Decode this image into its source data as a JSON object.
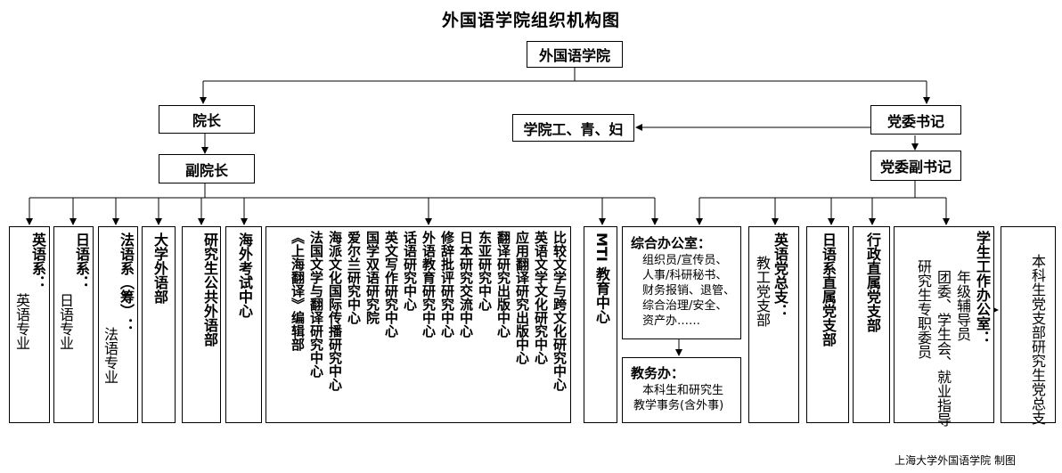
{
  "title": "外国语学院组织机构图",
  "root": "外国语学院",
  "dean": "院长",
  "vice_dean": "副院长",
  "party_secretary": "党委书记",
  "vice_party_secretary": "党委副书记",
  "union": "学院工、青、妇",
  "departments": {
    "english": {
      "name": "英语系：",
      "sub": "英语专业"
    },
    "japanese": {
      "name": "日语系：",
      "sub": "日语专业"
    },
    "french": {
      "name": "法语系（筹）：",
      "sub": "法语专业"
    },
    "college_english": "大学外语部",
    "grad_english": "研究生公共外语部",
    "overseas_exam": "海外考试中心"
  },
  "research_centers": [
    "比较文学与跨文化研究中心",
    "英语文学文化研究中心",
    "应用翻译研究出版中心",
    "翻译研究出版中心",
    "东亚研究中心",
    "日本研究交流中心",
    "修辞批评研究中心",
    "外语教育研究中心",
    "话语研究中心",
    "英文写作研究中心",
    "国学双语研究院",
    "爱尔兰研究中心",
    "海派文化国际传播研究中心",
    "法国文学与翻译研究中心",
    "《上海翻译》编辑部"
  ],
  "mti": "MTI 教育中心",
  "general_office": {
    "title": "综合办公室：",
    "lines": [
      "组织员/宣传员、",
      "人事/科研秘书、",
      "财务报销、退管、",
      "综合治理/安全、",
      "资产办……"
    ]
  },
  "academic_office": {
    "title": "教务办：",
    "lines": [
      "本科生和研究生",
      "教学事务(含外事)"
    ]
  },
  "english_party": {
    "name": "英语党总支：",
    "sub": "教工党支部"
  },
  "japanese_party": "日语系直属党支部",
  "admin_party": "行政直属党支部",
  "student_office": {
    "title": "学生工作办公室：",
    "lines": [
      "年级辅导员",
      "团委、学生会、就业指导",
      "研究生专职委员"
    ]
  },
  "student_party": "本科生党支部研究生党总支",
  "footer": "上海大学外国语学院 制图"
}
